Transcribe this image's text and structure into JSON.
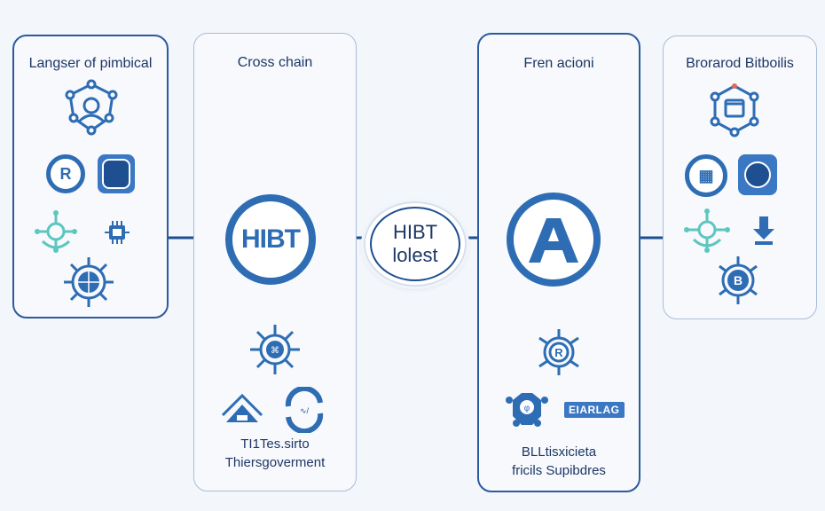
{
  "panels": [
    {
      "title": "Langser of pimbical"
    },
    {
      "title": "Cross chain",
      "caption_line1": "TI1Tes.sirto",
      "caption_line2": "Thiersgoverment"
    },
    {
      "title": "Fren acioni",
      "caption_line1": "BLLtisxicieta",
      "caption_line2": "fricils Supibdres"
    },
    {
      "title": "Brorarod Bitboilis"
    }
  ],
  "hubs": {
    "left": {
      "label": "HIBT"
    },
    "center": {
      "line1": "HIBT",
      "line2": "lolest"
    },
    "right": {
      "label": "A"
    }
  },
  "tags": {
    "flag": "EIARLAG"
  },
  "icon_labels": {
    "badge_r": "R",
    "badge_b": "B"
  },
  "colors": {
    "primary": "#2e6db4",
    "dark": "#1c3766",
    "teal": "#5cc6c0",
    "border_light": "#a9bcd8"
  }
}
